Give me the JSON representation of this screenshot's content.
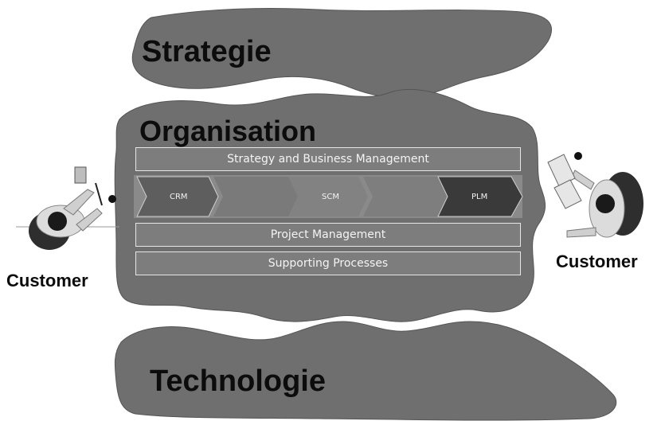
{
  "layers": {
    "strategy": "Strategie",
    "organisation": "Organisation",
    "technology": "Technologie"
  },
  "processes": {
    "top_bar": "Strategy and Business Management",
    "chevrons": [
      "CRM",
      "SCM",
      "PLM"
    ],
    "project": "Project Management",
    "supporting": "Supporting Processes"
  },
  "actors": {
    "left": "Customer",
    "right": "Customer"
  },
  "colors": {
    "blob": "#6f6f6f",
    "bar": "#7d7d7d",
    "chevron_dark": "#3a3a3a"
  }
}
